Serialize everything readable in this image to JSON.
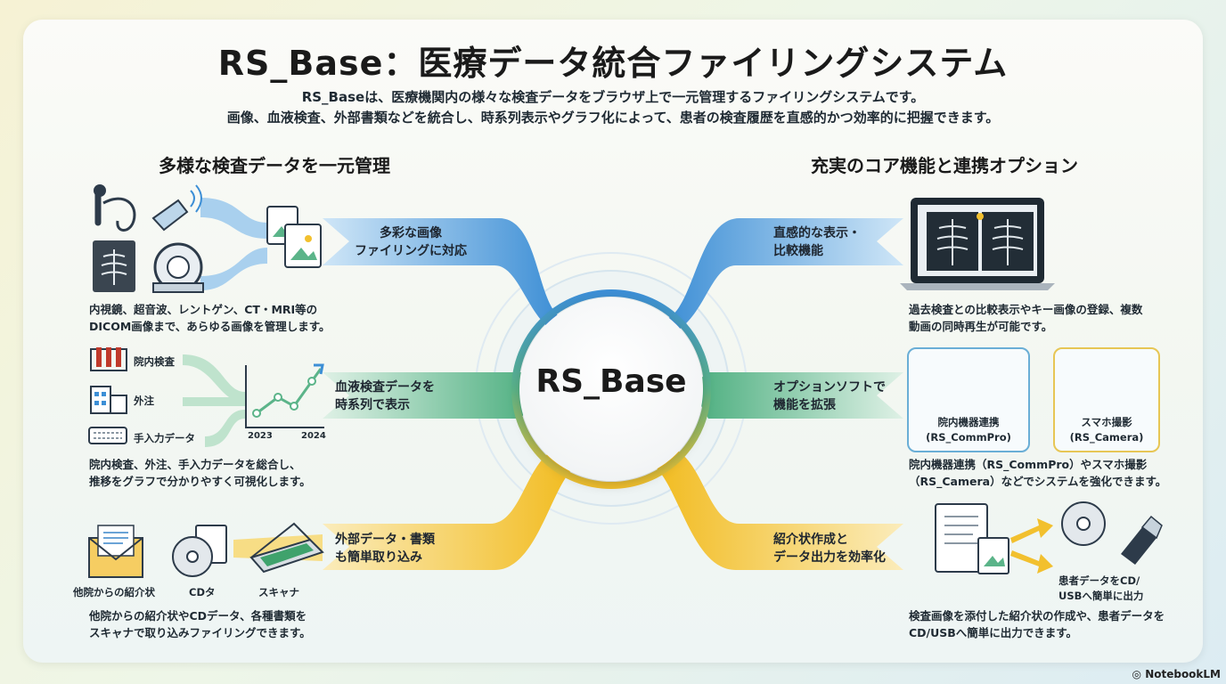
{
  "title": "RS_Base：医療データ統合ファイリングシステム",
  "description": [
    "RS_Baseは、医療機関内の様々な検査データをブラウザ上で一元管理するファイリングシステムです。",
    "画像、血液検査、外部書類などを統合し、時系列表示やグラフ化によって、患者の検査履歴を直感的かつ効率的に把握できます。"
  ],
  "center_label": "RS_Base",
  "left_section_title": "多様な検査データを一元管理",
  "right_section_title": "充実のコア機能と連携オプション",
  "left": {
    "images": {
      "ribbon": [
        "多彩な画像",
        "ファイリングに対応"
      ],
      "caption": [
        "内視鏡、超音波、レントゲン、CT・MRI等の",
        "DICOM画像まで、あらゆる画像を管理します。"
      ]
    },
    "blood": {
      "ribbon": [
        "血液検査データを",
        "時系列で表示"
      ],
      "sources": [
        "院内検査",
        "外注",
        "手入力データ"
      ],
      "years": [
        "2023",
        "2024"
      ],
      "caption": [
        "院内検査、外注、手入力データを総合し、",
        "推移をグラフで分かりやすく可視化します。"
      ]
    },
    "external": {
      "ribbon": [
        "外部データ・書類",
        "も簡単取り込み"
      ],
      "items": [
        "他院からの紹介状",
        "CDタ",
        "スキャナ"
      ],
      "caption": [
        "他院からの紹介状やCDデータ、各種書類を",
        "スキャナで取り込みファイリングできます。"
      ]
    }
  },
  "right": {
    "compare": {
      "ribbon": [
        "直感的な表示・",
        "比較機能"
      ],
      "caption": [
        "過去検査との比較表示やキー画像の登録、複数",
        "動画の同時再生が可能です。"
      ]
    },
    "options": {
      "ribbon": [
        "オプションソフトで",
        "機能を拡張"
      ],
      "commpro": [
        "院内機器連携",
        "(RS_CommPro)"
      ],
      "camera": [
        "スマホ撮影",
        "(RS_Camera)"
      ],
      "caption": [
        "院内機器連携（RS_CommPro）やスマホ撮影",
        "（RS_Camera）などでシステムを強化できます。"
      ]
    },
    "output": {
      "ribbon": [
        "紹介状作成と",
        "データ出力を効率化"
      ],
      "export_label": [
        "患者データをCD/",
        "USBへ簡単に出力"
      ],
      "caption": [
        "検査画像を添付した紹介状の作成や、患者データを",
        "CD/USBへ簡単に出力できます。"
      ]
    }
  },
  "watermark": "NotebookLM",
  "colors": {
    "blue": "#3d8fd6",
    "green": "#5bb489",
    "yellow": "#f2c02e"
  }
}
